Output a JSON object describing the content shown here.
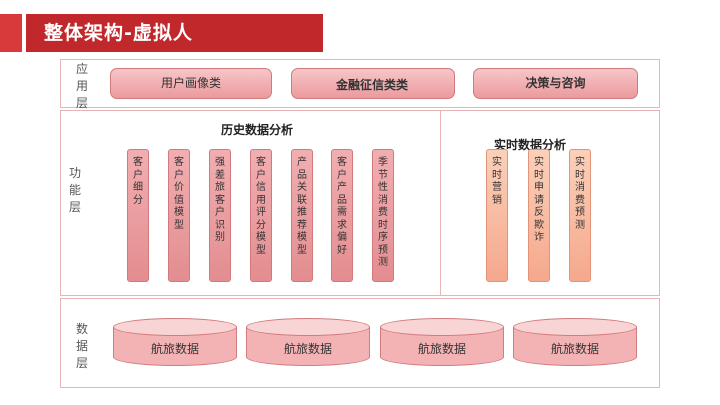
{
  "header": {
    "title": "整体架构-虚拟人"
  },
  "layers": {
    "app": {
      "label": "应用层",
      "pills": [
        "用户画像类",
        "金融征信类类",
        "决策与咨询"
      ]
    },
    "func": {
      "label": "功能层",
      "history_title": "历史数据分析",
      "history_columns": [
        "客户细分",
        "客户价值模型",
        "强差旅客户识别",
        "客户信用评分模型",
        "产品关联推荐模型",
        "客户产品需求偏好",
        "季节性消费时序预测"
      ],
      "realtime_title": "实时数据分析",
      "realtime_columns": [
        "实时营销",
        "实时申请反欺诈",
        "实时消费预测"
      ]
    },
    "data": {
      "label": "数据层",
      "cylinders": [
        "航旅数据",
        "航旅数据",
        "航旅数据",
        "航旅数据"
      ]
    }
  },
  "colors": {
    "title_red": "#c0282b",
    "border_pink": "#e8b5b7",
    "pill_pink": "#f2aeb1",
    "realtime_orange": "#f5a88d"
  }
}
